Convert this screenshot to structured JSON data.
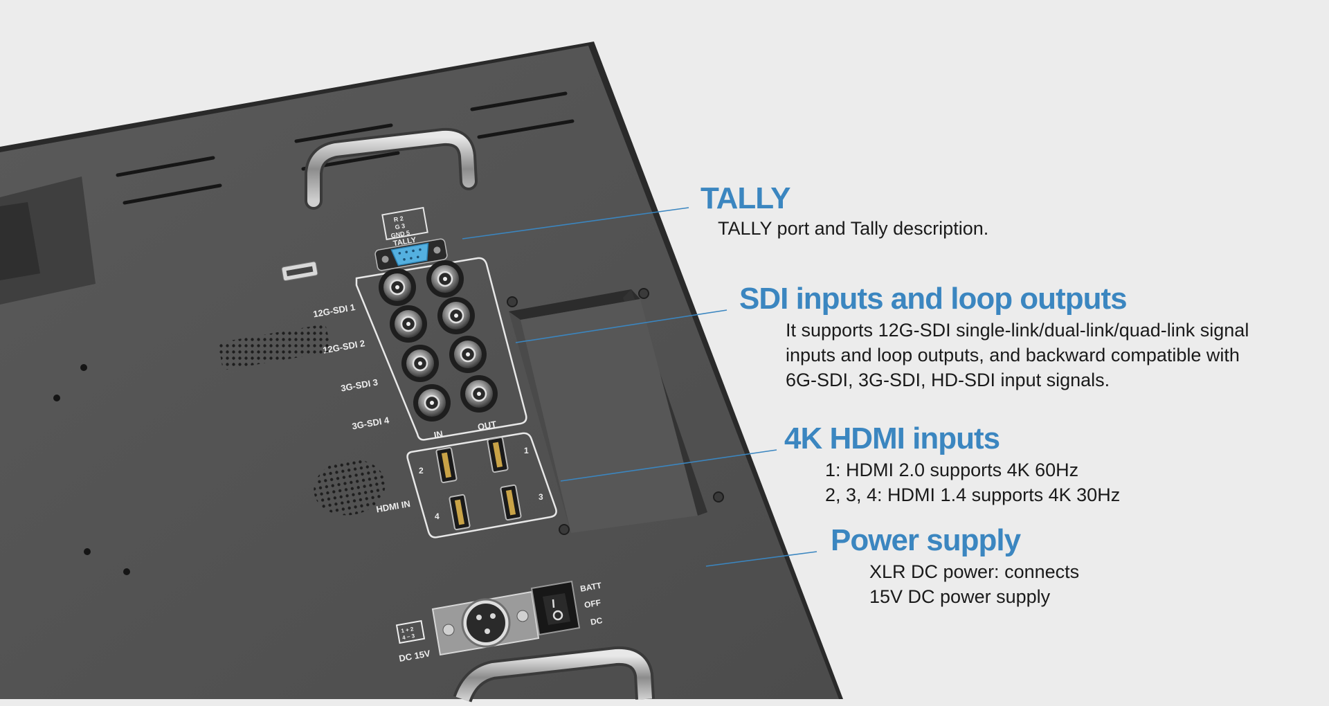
{
  "annotations": {
    "tally": {
      "title": "TALLY",
      "lines": [
        "TALLY port and Tally description."
      ]
    },
    "sdi": {
      "title": "SDI inputs and loop outputs",
      "lines": [
        "It supports 12G-SDI single-link/dual-link/quad-link signal",
        "inputs and loop outputs, and  backward compatible with",
        "6G-SDI, 3G-SDI, HD-SDI input signals."
      ]
    },
    "hdmi": {
      "title": "4K HDMI inputs",
      "lines": [
        "1: HDMI 2.0 supports 4K 60Hz",
        "2, 3, 4: HDMI 1.4 supports 4K 30Hz"
      ]
    },
    "power": {
      "title": "Power supply",
      "lines": [
        "XLR DC power: connects",
        "15V DC power supply"
      ]
    }
  },
  "panel_labels": {
    "tally_pins": [
      "R  2",
      "G  3",
      "GND 5"
    ],
    "tally": "TALLY",
    "sdi": [
      "12G-SDI 1",
      "12G-SDI 2",
      "3G-SDI 3",
      "3G-SDI 4"
    ],
    "sdi_in": "IN",
    "sdi_out": "OUT",
    "hdmi_in": "HDMI IN",
    "hdmi_ports": [
      "1",
      "2",
      "3",
      "4"
    ],
    "switch": [
      "BATT",
      "OFF",
      "DC"
    ],
    "dc": "DC 15V"
  },
  "colors": {
    "accent": "#3b86c0",
    "panel": "#5c5c5c",
    "background": "#ececec"
  }
}
